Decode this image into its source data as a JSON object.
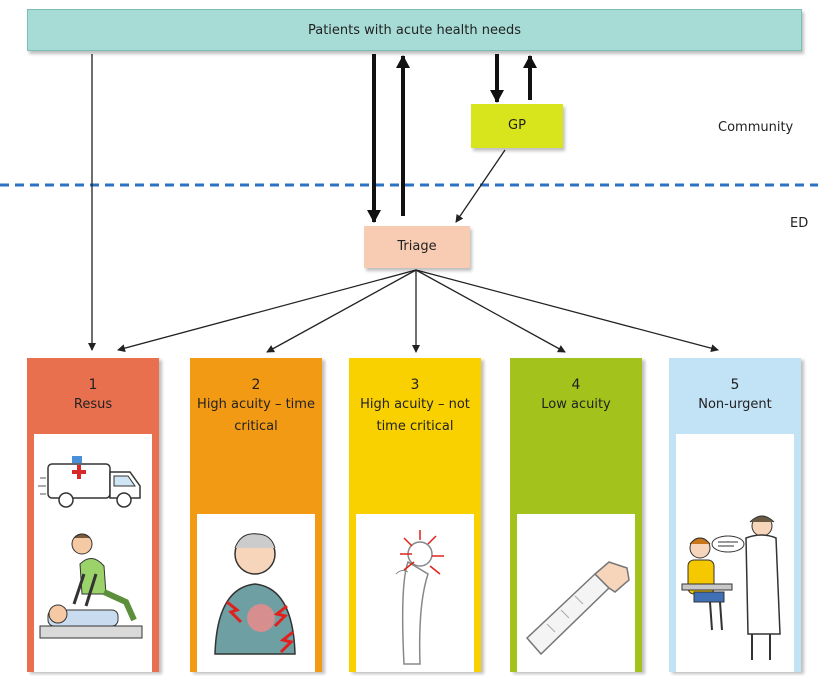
{
  "header": {
    "title": "Patients with acute health needs"
  },
  "gp": {
    "label": "GP"
  },
  "triage": {
    "label": "Triage"
  },
  "zones": {
    "community": "Community",
    "ed": "ED"
  },
  "categories": [
    {
      "number": "1",
      "label": "Resus",
      "color": "#e9704f",
      "illustration": "ambulance-and-cpr"
    },
    {
      "number": "2",
      "label": "High acuity – time critical",
      "color": "#f39a15",
      "illustration": "man-with-chest-pain"
    },
    {
      "number": "3",
      "label": "High acuity – not time critical",
      "color": "#f9d100",
      "illustration": "painful-hip-bone"
    },
    {
      "number": "4",
      "label": "Low acuity",
      "color": "#a3c21c",
      "illustration": "arm-in-cast"
    },
    {
      "number": "5",
      "label": "Non-urgent",
      "color": "#c2e2f5",
      "illustration": "doctor-talking-to-child"
    }
  ],
  "colors": {
    "header": "#a7dcd6",
    "gp": "#d8e51c",
    "triage": "#f8cbb3",
    "divider": "#2b73c2"
  }
}
